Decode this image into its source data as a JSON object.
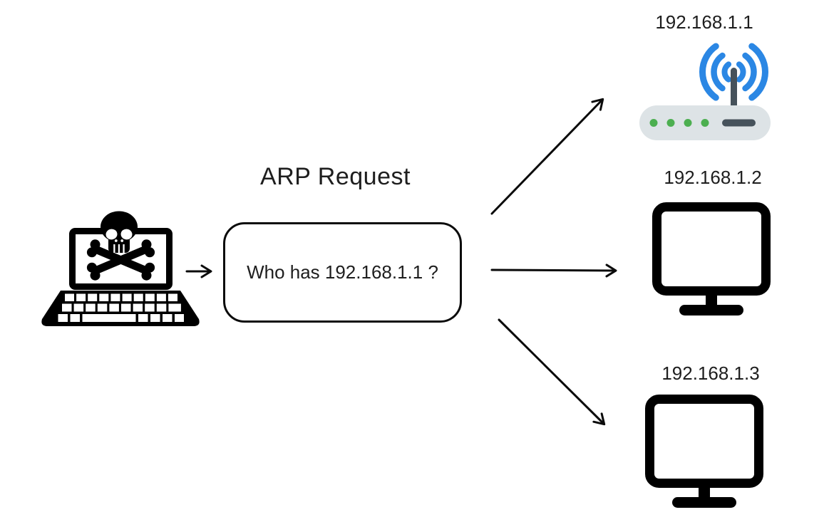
{
  "colors": {
    "background": "#ffffff",
    "line": "#0b0b0b",
    "text": "#1e1e1e",
    "router_body": "#dde3e6",
    "router_slate": "#46525b",
    "led_green": "#4caf50",
    "wifi_blue": "#2b87e4",
    "icon_black": "#000000"
  },
  "diagram": {
    "title": "ARP Request",
    "message_box": {
      "text": "Who has 192.168.1.1 ?"
    },
    "attacker": {
      "icon": "hacker-laptop-icon"
    },
    "devices": [
      {
        "ip": "192.168.1.1",
        "icon": "wifi-router-icon"
      },
      {
        "ip": "192.168.1.2",
        "icon": "desktop-monitor-icon"
      },
      {
        "ip": "192.168.1.3",
        "icon": "desktop-monitor-icon"
      }
    ],
    "connections": [
      {
        "from": "attacker-laptop",
        "to": "message-box"
      },
      {
        "from": "message-box",
        "to": "192.168.1.1"
      },
      {
        "from": "message-box",
        "to": "192.168.1.2"
      },
      {
        "from": "message-box",
        "to": "192.168.1.3"
      }
    ]
  }
}
